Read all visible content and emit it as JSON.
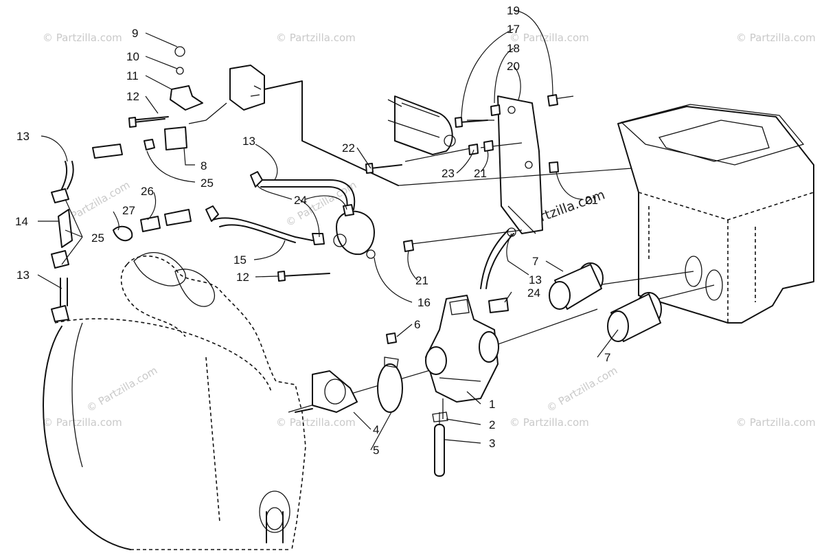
{
  "watermark": "© Partzilla.com",
  "watermark_center": "Partzilla.com",
  "callouts": [
    {
      "id": "c1",
      "text": "1"
    },
    {
      "id": "c2",
      "text": "2"
    },
    {
      "id": "c3",
      "text": "3"
    },
    {
      "id": "c4",
      "text": "4"
    },
    {
      "id": "c5",
      "text": "5"
    },
    {
      "id": "c6",
      "text": "6"
    },
    {
      "id": "c7a",
      "text": "7"
    },
    {
      "id": "c7b",
      "text": "7"
    },
    {
      "id": "c8",
      "text": "8"
    },
    {
      "id": "c9",
      "text": "9"
    },
    {
      "id": "c10",
      "text": "10"
    },
    {
      "id": "c11",
      "text": "11"
    },
    {
      "id": "c12a",
      "text": "12"
    },
    {
      "id": "c12b",
      "text": "12"
    },
    {
      "id": "c13a",
      "text": "13"
    },
    {
      "id": "c13b",
      "text": "13"
    },
    {
      "id": "c13c",
      "text": "13"
    },
    {
      "id": "c13d",
      "text": "13"
    },
    {
      "id": "c14",
      "text": "14"
    },
    {
      "id": "c15",
      "text": "15"
    },
    {
      "id": "c16",
      "text": "16"
    },
    {
      "id": "c17",
      "text": "17"
    },
    {
      "id": "c18",
      "text": "18"
    },
    {
      "id": "c19",
      "text": "19"
    },
    {
      "id": "c20",
      "text": "20"
    },
    {
      "id": "c21a",
      "text": "21"
    },
    {
      "id": "c21b",
      "text": "21"
    },
    {
      "id": "c21c",
      "text": "21"
    },
    {
      "id": "c22",
      "text": "22"
    },
    {
      "id": "c23",
      "text": "23"
    },
    {
      "id": "c24a",
      "text": "24"
    },
    {
      "id": "c24b",
      "text": "24"
    },
    {
      "id": "c25a",
      "text": "25"
    },
    {
      "id": "c25b",
      "text": "25"
    },
    {
      "id": "c26",
      "text": "26"
    },
    {
      "id": "c27",
      "text": "27"
    }
  ]
}
